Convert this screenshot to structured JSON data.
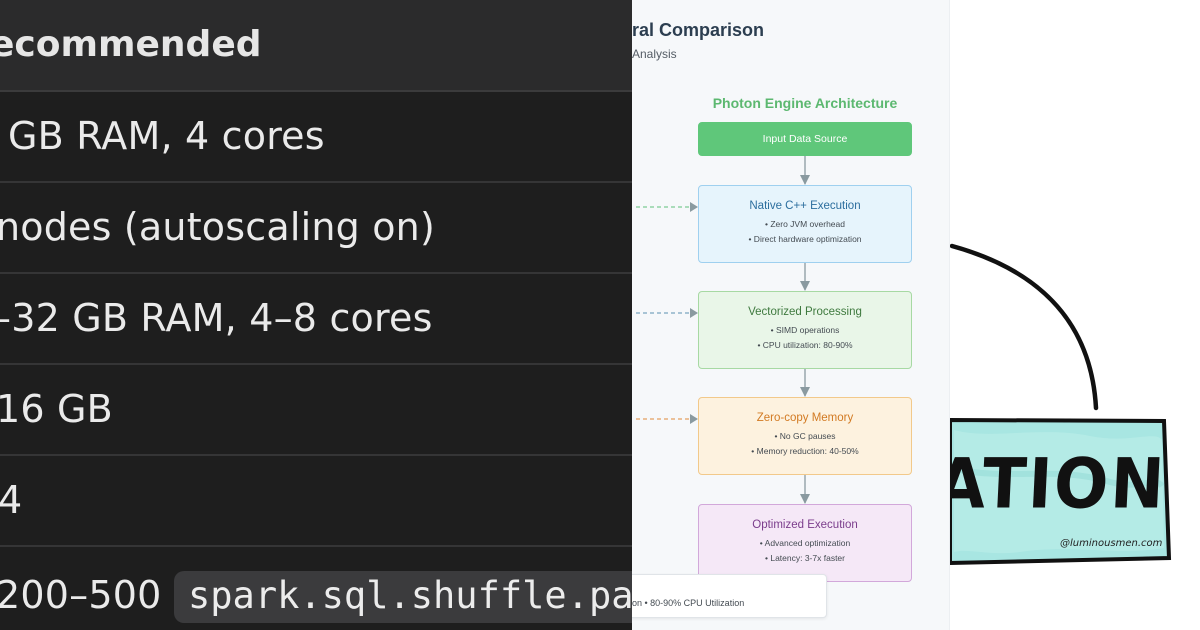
{
  "table": {
    "header": "ecommended",
    "rows": [
      "GB RAM, 4 cores",
      "nodes (autoscaling on)",
      "–32 GB RAM, 4–8 cores",
      "16 GB",
      "4"
    ],
    "last_row_value": "200–500 (",
    "last_row_code": "spark.sql.shuffle.part"
  },
  "diagram_panel": {
    "title": "ral Comparison",
    "subtitle": "Analysis",
    "diagram_title": "Photon Engine Architecture",
    "nodes": {
      "input": {
        "title": "Input Data Source"
      },
      "native": {
        "title": "Native C++ Execution",
        "bullets": [
          "• Zero JVM overhead",
          "• Direct hardware optimization"
        ]
      },
      "vector": {
        "title": "Vectorized Processing",
        "bullets": [
          "• SIMD operations",
          "• CPU utilization: 80-90%"
        ]
      },
      "zero": {
        "title": "Zero-copy Memory",
        "bullets": [
          "• No GC pauses",
          "• Memory reduction: 40-50%"
        ]
      },
      "opt": {
        "title": "Optimized Execution",
        "bullets": [
          "• Advanced optimization",
          "• Latency: 3-7x faster"
        ]
      }
    },
    "footer_text": "on • 80-90% CPU Utilization",
    "colors": {
      "arrow": "#8a9aa0",
      "dash_native": "#5fbf7a",
      "dash_vector": "#5a8fb0",
      "dash_zero": "#e08a3a"
    }
  },
  "illustration": {
    "sign_text": "ATION",
    "signature": "@luminousmen.com",
    "sign_color": "#a8e6e2"
  }
}
